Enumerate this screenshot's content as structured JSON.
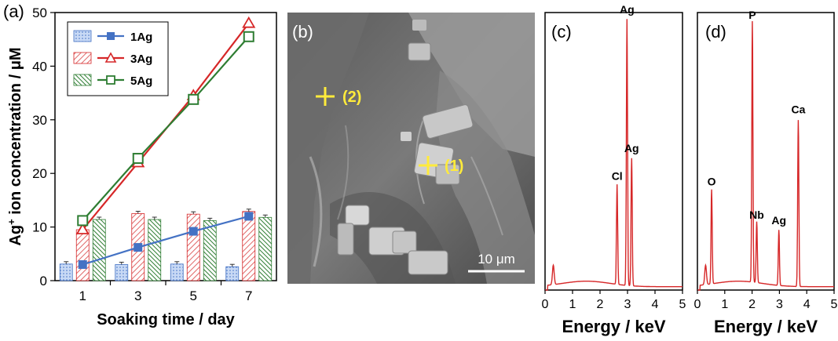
{
  "panel_labels": {
    "a": "(a)",
    "b": "(b)",
    "c": "(c)",
    "d": "(d)"
  },
  "chart_data": [
    {
      "type": "bar+line",
      "panel": "(a)",
      "xlabel": "Soaking time / day",
      "ylabel_prefix": "Ag",
      "ylabel_sup": "+",
      "ylabel_suffix": " ion concentration / μM",
      "categories": [
        "1",
        "3",
        "5",
        "7"
      ],
      "ylim": [
        0,
        50
      ],
      "yticks": [
        "0",
        "10",
        "20",
        "30",
        "40",
        "50"
      ],
      "legend_position": "top-left",
      "series": [
        {
          "name": "1Ag",
          "color": "#4472c4",
          "bar_fill": "#a9c4f0",
          "marker": "square",
          "bars": [
            3.1,
            3.0,
            3.1,
            2.6
          ],
          "line": [
            3.0,
            6.2,
            9.2,
            12.0
          ]
        },
        {
          "name": "3Ag",
          "color": "#d62728",
          "bar_fill": "#f4b8b8",
          "marker": "triangle",
          "bars": [
            9.5,
            12.5,
            12.4,
            12.9
          ],
          "line": [
            9.5,
            22.0,
            34.5,
            48.0
          ]
        },
        {
          "name": "5Ag",
          "color": "#2e7d32",
          "bar_fill": "#9ccc9c",
          "marker": "open-square",
          "bars": [
            11.4,
            11.4,
            11.2,
            11.8
          ],
          "line": [
            11.2,
            22.8,
            33.8,
            45.5
          ]
        }
      ]
    },
    {
      "type": "image",
      "panel": "(b)",
      "markers": [
        "(2)",
        "(1)"
      ],
      "scale_bar": "10 μm"
    },
    {
      "type": "line",
      "panel": "(c)",
      "xlabel": "Energy / keV",
      "xlim": [
        0,
        5
      ],
      "xticks": [
        "0",
        "1",
        "2",
        "3",
        "4",
        "5"
      ],
      "color": "#d62728",
      "peaks": [
        {
          "label": "Cl",
          "energy": 2.62,
          "height": 0.36
        },
        {
          "label": "Ag",
          "energy": 2.98,
          "height": 0.96
        },
        {
          "label": "Ag",
          "energy": 3.15,
          "height": 0.46
        }
      ]
    },
    {
      "type": "line",
      "panel": "(d)",
      "xlabel": "Energy / keV",
      "xlim": [
        0,
        5
      ],
      "xticks": [
        "0",
        "1",
        "2",
        "3",
        "4",
        "5"
      ],
      "color": "#d62728",
      "peaks": [
        {
          "label": "O",
          "energy": 0.52,
          "height": 0.34
        },
        {
          "label": "P",
          "energy": 2.01,
          "height": 0.94
        },
        {
          "label": "Nb",
          "energy": 2.17,
          "height": 0.22
        },
        {
          "label": "Ag",
          "energy": 2.98,
          "height": 0.2
        },
        {
          "label": "Ca",
          "energy": 3.69,
          "height": 0.6
        }
      ]
    }
  ]
}
